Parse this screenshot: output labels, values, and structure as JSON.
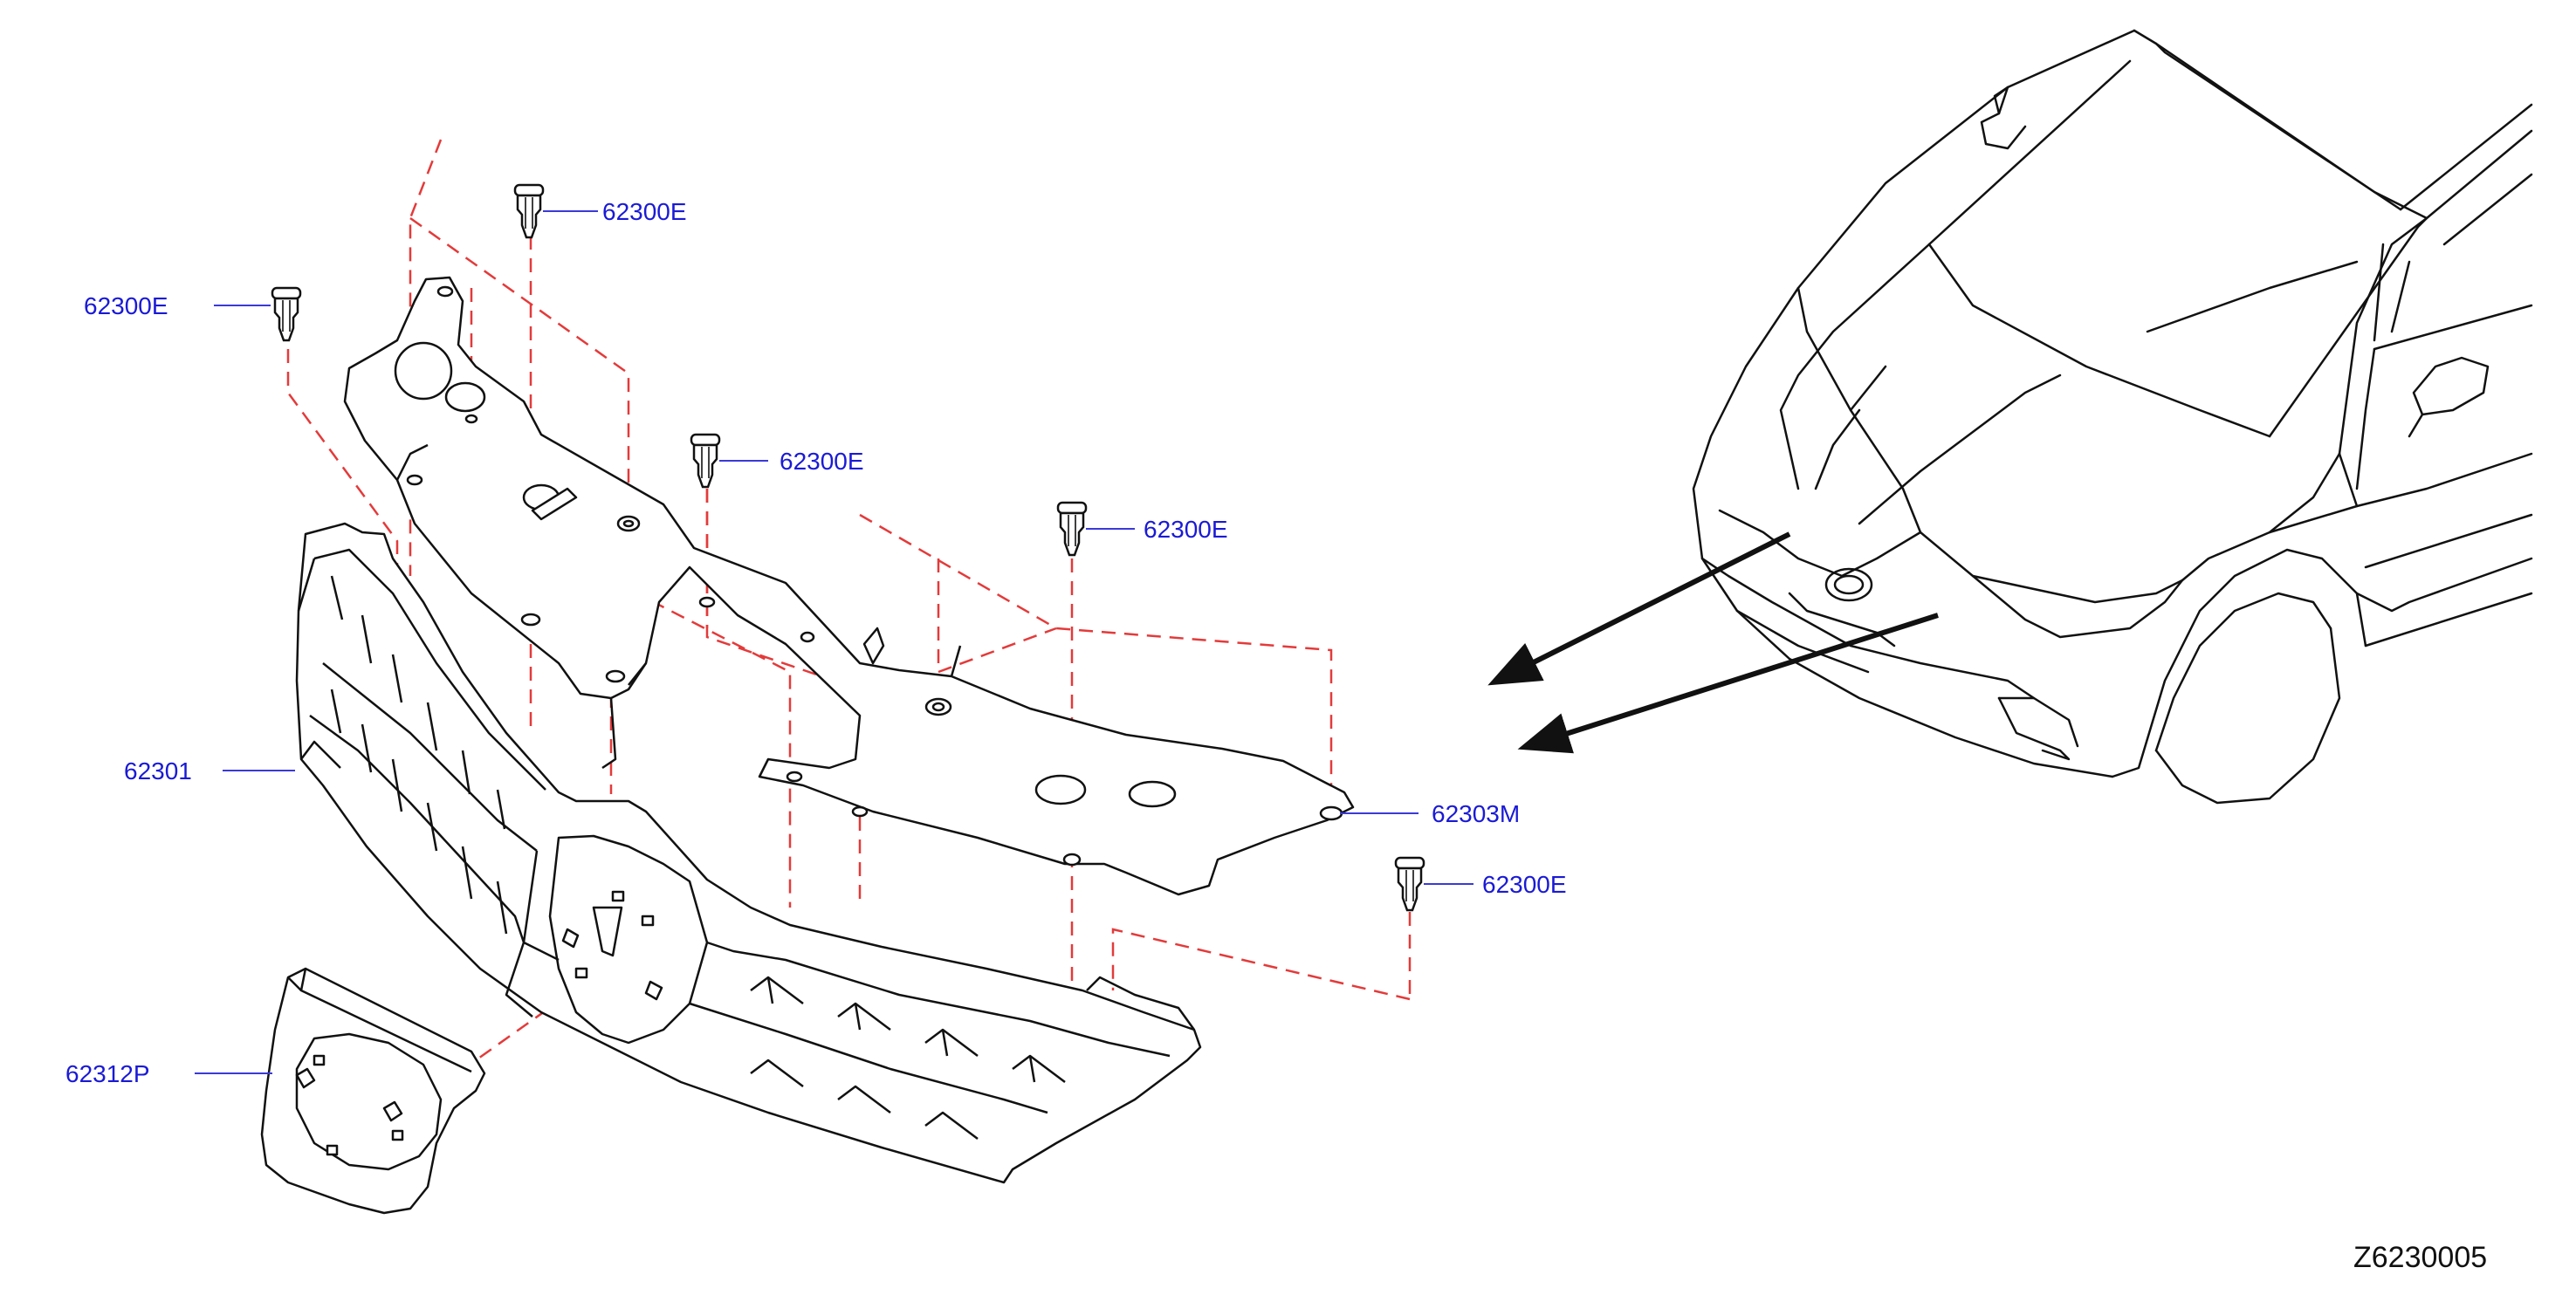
{
  "colors": {
    "label": "#1a1ad6",
    "leader": "#3a3ad8",
    "dashed": "#e43a3a",
    "line": "#111111",
    "code": "#111111"
  },
  "labels": {
    "clip_top": "62300E",
    "clip_left": "62300E",
    "clip_mid": "62300E",
    "clip_right": "62300E",
    "clip_lower_right": "62300E",
    "grille": "62301",
    "bracket": "62303M",
    "emblem_base": "62312P"
  },
  "diagram_code": "Z6230005"
}
